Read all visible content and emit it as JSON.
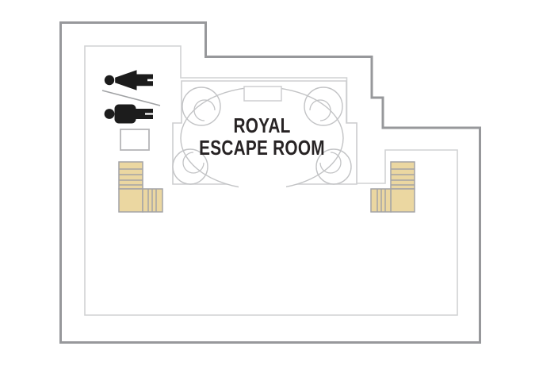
{
  "plan": {
    "title_area": "cruise deck plan section",
    "room_label": {
      "line1": "ROYAL",
      "line2": "ESCAPE ROOM"
    }
  },
  "icons": {
    "restroom_women": "womens-restroom-icon",
    "restroom_men": "mens-restroom-icon",
    "restroom_divider": "divider-line",
    "stairs_left": "stairs-icon",
    "stairs_right": "stairs-icon",
    "utility_box": "utility-box"
  },
  "colors": {
    "background": "#ffffff",
    "outer_boundary": "#97989b",
    "inner_boundary": "#d1d2d4",
    "room_outline": "#cdced0",
    "room_shape_outline": "#c2c3c5",
    "divider_gray": "#a0a2a4",
    "utility_border": "#b6b6b8",
    "stairs_fill": "#ebd7a1",
    "stairs_border": "#a4a4a6",
    "icon_black": "#1c1c1c",
    "label_text": "#272324"
  }
}
